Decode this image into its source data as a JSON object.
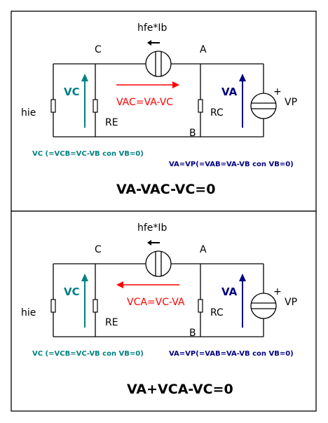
{
  "panels": [
    {
      "current_source_label": "hfe*Ib",
      "node_c": "C",
      "node_a": "A",
      "node_b": "B",
      "hie": "hie",
      "re": "RE",
      "rc": "RC",
      "vp": "VP",
      "plus": "+",
      "vc_label": "VC",
      "va_label": "VA",
      "mid_label": "VAC=VA-VC",
      "mid_direction": "right",
      "vc_note": "VC (=VCB=VC-VB con VB=0)",
      "va_note": "VA=VP(=VAB=VA-VB con VB=0)",
      "equation": "VA-VAC-VC=0"
    },
    {
      "current_source_label": "hfe*Ib",
      "node_c": "C",
      "node_a": "A",
      "node_b": "B",
      "hie": "hie",
      "re": "RE",
      "rc": "RC",
      "vp": "VP",
      "plus": "+",
      "vc_label": "VC",
      "va_label": "VA",
      "mid_label": "VCA=VC-VA",
      "mid_direction": "left",
      "vc_note": "VC (=VCB=VC-VB con VB=0)",
      "va_note": "VA=VP(=VAB=VA-VB con VB=0)",
      "equation": "VA+VCA-VC=0"
    }
  ],
  "colors": {
    "vc": "#008080",
    "va": "#000080",
    "mid": "#ff0000",
    "line": "#000000"
  }
}
